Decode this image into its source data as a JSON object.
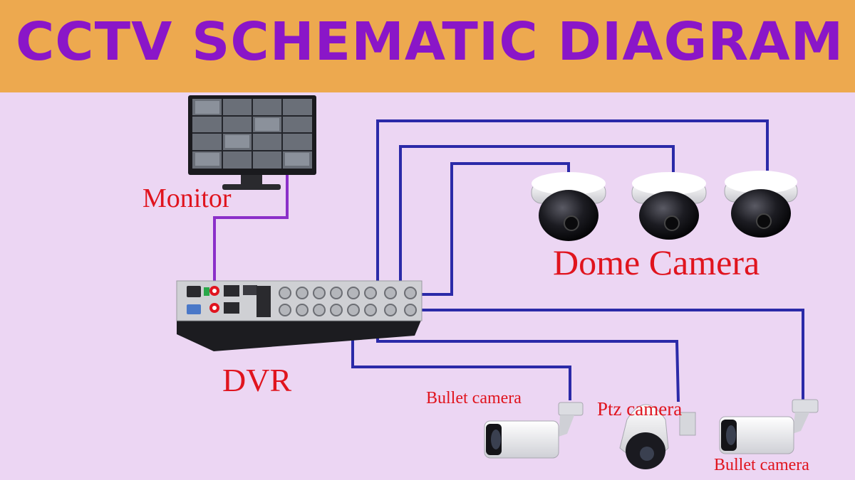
{
  "header": {
    "title": "CCTV SCHEMATIC DIAGRAM"
  },
  "labels": {
    "monitor": "Monitor",
    "dome_camera": "Dome Camera",
    "dvr": "DVR",
    "bullet_camera_1": "Bullet camera",
    "ptz_camera": "Ptz camera",
    "bullet_camera_2": "Bullet camera"
  },
  "colors": {
    "header_bg": "#eda94f",
    "title": "#8a16c8",
    "background": "#ecd6f3",
    "label": "#e0141e",
    "cable": "#2b2aa8",
    "monitor_cable": "#8b2fc9"
  }
}
